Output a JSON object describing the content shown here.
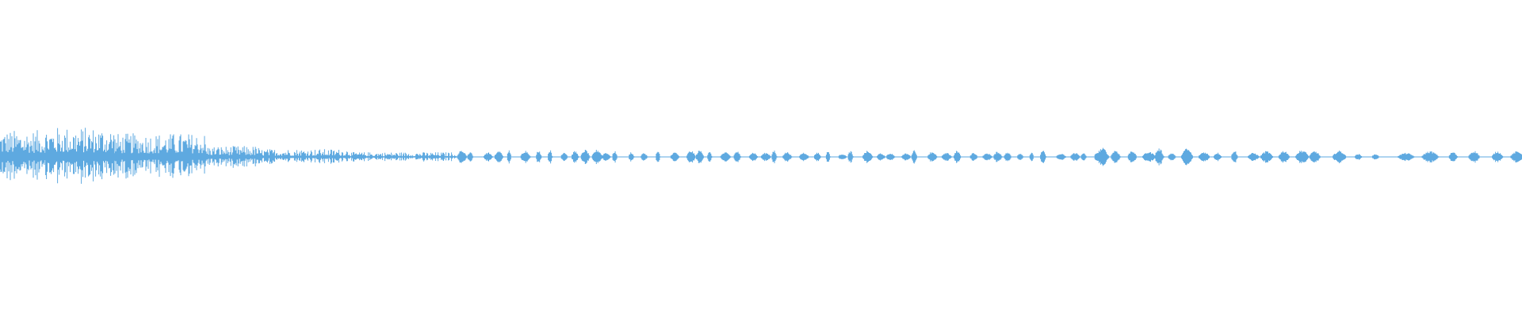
{
  "waveform": {
    "color": "#5ea9e0",
    "background": "#ffffff",
    "segments": [
      {
        "kind": "noise",
        "start": 0.0,
        "end": 0.03,
        "amp": 0.17
      },
      {
        "kind": "noise",
        "start": 0.03,
        "end": 0.075,
        "amp": 0.19
      },
      {
        "kind": "noise",
        "start": 0.075,
        "end": 0.135,
        "amp": 0.15
      },
      {
        "kind": "noise",
        "start": 0.135,
        "end": 0.17,
        "amp": 0.07
      },
      {
        "kind": "noise",
        "start": 0.17,
        "end": 0.23,
        "amp": 0.05
      },
      {
        "kind": "noise",
        "start": 0.23,
        "end": 0.3,
        "amp": 0.03
      },
      {
        "kind": "bursts",
        "start": 0.3,
        "end": 0.72,
        "amp": 0.035,
        "spacing": 0.0085
      },
      {
        "kind": "bursts",
        "start": 0.72,
        "end": 0.86,
        "amp": 0.045,
        "spacing": 0.011
      },
      {
        "kind": "bursts",
        "start": 0.86,
        "end": 0.995,
        "amp": 0.03,
        "spacing": 0.014
      }
    ]
  }
}
